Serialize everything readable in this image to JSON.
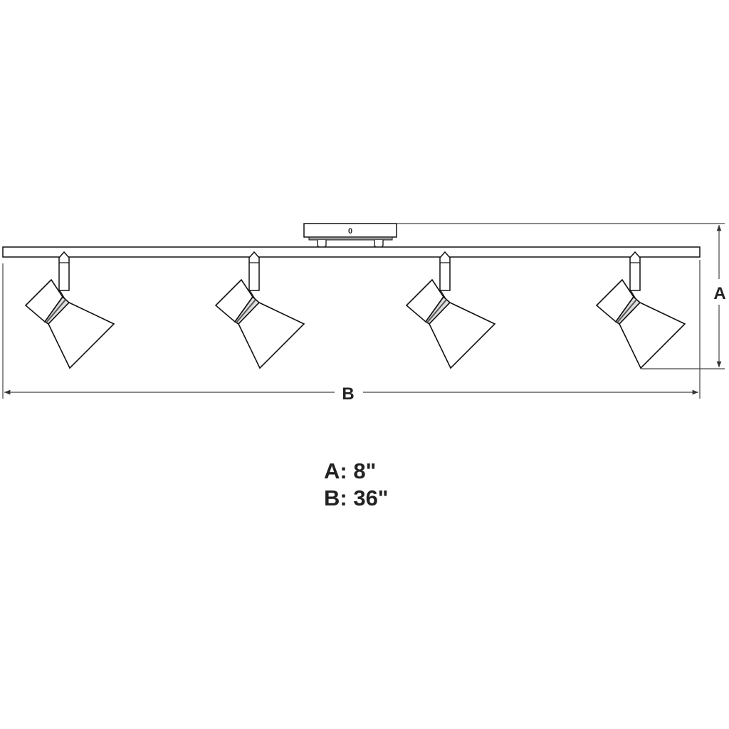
{
  "canopy_mark": "0",
  "dimension_labels": {
    "a": "A",
    "b": "B"
  },
  "specs": [
    {
      "label": "A: 8\""
    },
    {
      "label": "B: 36\""
    }
  ],
  "lamp_count": 4,
  "colors": {
    "line": "#111111",
    "dimension": "#444444"
  }
}
